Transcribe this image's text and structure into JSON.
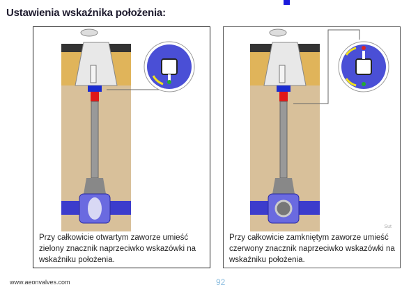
{
  "heading": "Ustawienia wskaźnika położenia:",
  "panels": [
    {
      "caption": "Przy całkowicie otwartym zaworze umieść zielony znacznik naprzeciwko wskazówki na wskaźniku położenia.",
      "state": "open"
    },
    {
      "caption": "Przy całkowicie zamkniętym zaworze umieść czerwony znacznik naprzeciwko wskazówki na wskaźniku położenia.",
      "state": "closed",
      "watermark": "Sut"
    }
  ],
  "footer": {
    "url": "www.aeonvalves.com",
    "page_number": "92"
  },
  "colors": {
    "dial": "#4a4fd6",
    "green_marker": "#22aa33",
    "red_marker": "#dd2222",
    "soil": "#d9b77a",
    "pipe": "#3c3ccc"
  }
}
